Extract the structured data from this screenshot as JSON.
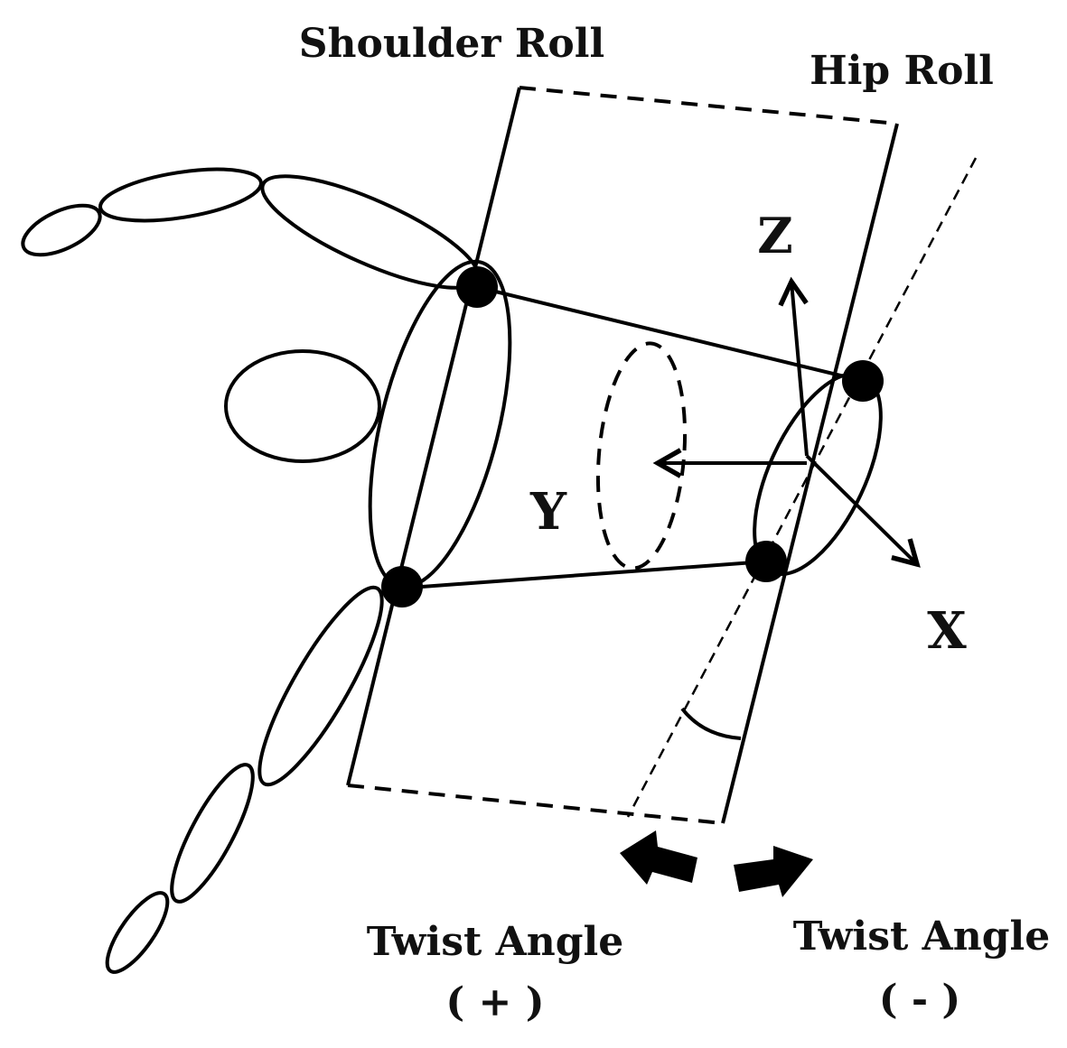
{
  "labels": {
    "shoulder_roll": "Shoulder Roll",
    "hip_roll": "Hip Roll",
    "axis_z": "Z",
    "axis_y": "Y",
    "axis_x": "X",
    "twist_pos_title": "Twist Angle",
    "twist_pos_sign": "( + )",
    "twist_neg_title": "Twist Angle",
    "twist_neg_sign": "( - )"
  },
  "colors": {
    "stroke": "#000000",
    "background": "#ffffff"
  }
}
